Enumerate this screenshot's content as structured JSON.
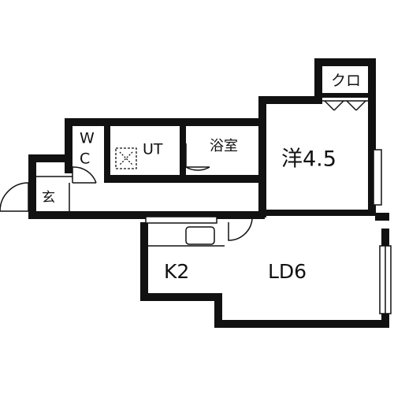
{
  "floor_plan": {
    "rooms": {
      "closet": "クロ",
      "western_room": "洋4.5",
      "toilet_w": "W",
      "toilet_c": "C",
      "utility": "UT",
      "bathroom": "浴室",
      "entrance": "玄",
      "kitchen": "K2",
      "living_dining": "LD6"
    }
  }
}
